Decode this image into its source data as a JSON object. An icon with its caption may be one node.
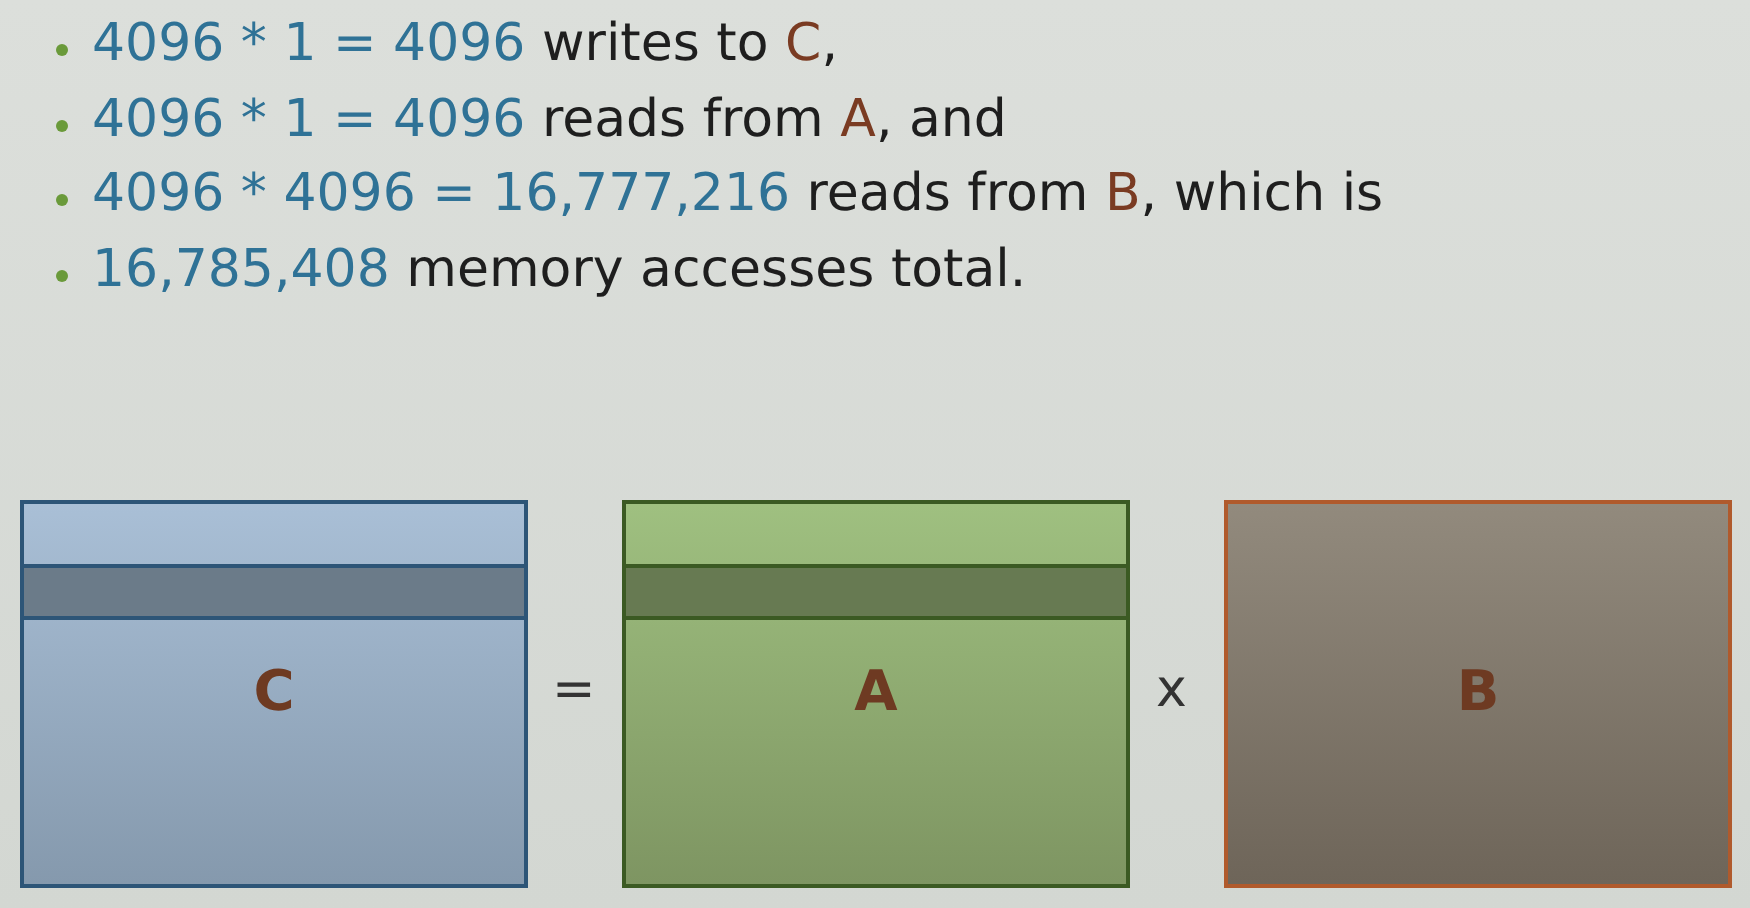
{
  "diagram": {
    "nodes": [
      {
        "text": [
          "C"
        ]
      },
      {
        "text": [
          "A"
        ]
      },
      {
        "text": [
          "B"
        ]
      }
    ],
    "labels": [
      "4096 * 1 = 4096 writes to C,",
      "4096 * 1 = 4096 reads from A, and",
      "4096 * 4096 = 16,777,216 reads from B, which is",
      "16,785,408 memory accesses total.",
      "=",
      "x"
    ]
  }
}
